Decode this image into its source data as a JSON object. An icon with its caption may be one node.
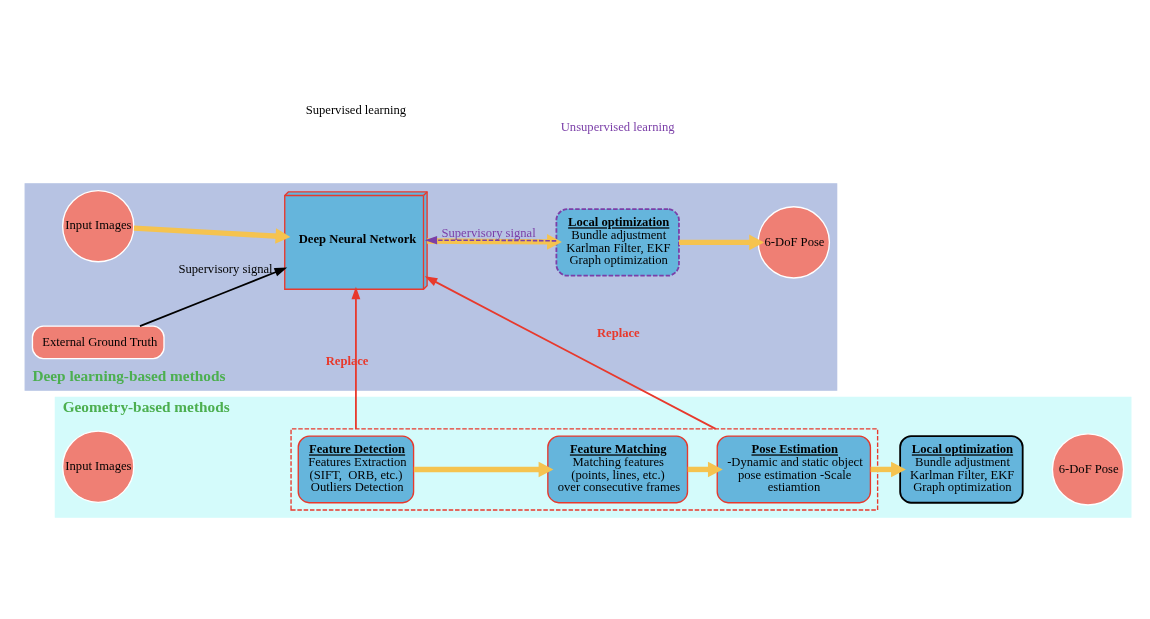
{
  "diagram": {
    "nodes": [
      {
        "text": [
          "Geometry-based methods"
        ]
      },
      {
        "text": [],
        "shape": "box",
        "in": 0
      },
      {
        "text": [
          "Input Images"
        ],
        "in": 0
      },
      {
        "text": [
          "Feature Detection",
          "Features Extraction (SIFT,  ORB, etc.) Outliers Detection"
        ],
        "in": 1
      },
      {
        "text": [
          "Feature Matching",
          "Matching features (points, lines, etc.) over consecutive frames"
        ],
        "in": 1
      },
      {
        "text": [
          "Pose Estimation",
          "-Dynamic and static object pose estimation -Scale estiamtion"
        ],
        "in": 1
      },
      {
        "text": [
          "Local optimization",
          "Bundle adjustment Karlman Filter, EKF Graph optimization"
        ],
        "in": 0
      },
      {
        "text": [
          "6-DoF Pose"
        ],
        "in": 0
      },
      {
        "text": [
          "Deep learning-based methods"
        ]
      },
      {
        "text": [
          "Input Images"
        ],
        "in": 8
      },
      {
        "text": [
          "Deep Neural Network"
        ],
        "in": 8
      },
      {
        "text": [
          "Local optimization",
          "Bundle adjustment Karlman Filter, EKF Graph optimization"
        ],
        "in": 8
      },
      {
        "text": [
          "6-DoF Pose"
        ],
        "in": 8
      },
      {
        "text": [
          "External Ground Truth"
        ],
        "in": 8
      }
    ],
    "edges": [
      {
        "from": 3,
        "to": 4,
        "arrow": "to"
      },
      {
        "from": 4,
        "to": 5,
        "arrow": "to"
      },
      {
        "from": 5,
        "to": 6,
        "arrow": "to"
      },
      {
        "from": 1,
        "to": 10,
        "arrow": "to",
        "label": "Replace",
        "color": "#e8392c"
      },
      {
        "from": 1,
        "to": 10,
        "arrow": "to",
        "label": "Replace",
        "color": "#e8392c"
      },
      {
        "from": 9,
        "to": 10,
        "arrow": "to"
      },
      {
        "from": 10,
        "to": 11,
        "arrow": "to"
      },
      {
        "from": 11,
        "to": 12,
        "arrow": "to"
      },
      {
        "from": 13,
        "to": 10,
        "arrow": "to",
        "label": "Supervisory signal",
        "color": "#000000"
      },
      {
        "from": 11,
        "to": 10,
        "arrow": "to",
        "label": "Supervisory signal",
        "style": "dashed",
        "color": "#7b3fa8"
      }
    ],
    "labels": [
      "Supervised learning",
      "Unsupervised learning"
    ]
  }
}
